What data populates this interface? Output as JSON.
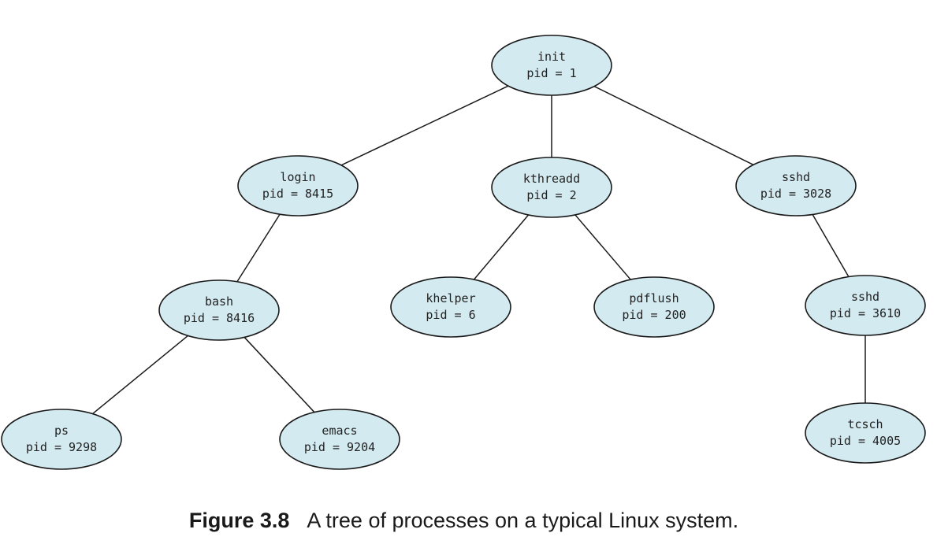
{
  "nodes": [
    {
      "id": "init",
      "name": "init",
      "pid": "pid = 1"
    },
    {
      "id": "login",
      "name": "login",
      "pid": "pid = 8415"
    },
    {
      "id": "kthreadd",
      "name": "kthreadd",
      "pid": "pid = 2"
    },
    {
      "id": "sshd1",
      "name": "sshd",
      "pid": "pid = 3028"
    },
    {
      "id": "bash",
      "name": "bash",
      "pid": "pid = 8416"
    },
    {
      "id": "khelper",
      "name": "khelper",
      "pid": "pid = 6"
    },
    {
      "id": "pdflush",
      "name": "pdflush",
      "pid": "pid = 200"
    },
    {
      "id": "sshd2",
      "name": "sshd",
      "pid": "pid = 3610"
    },
    {
      "id": "ps",
      "name": "ps",
      "pid": "pid = 9298"
    },
    {
      "id": "emacs",
      "name": "emacs",
      "pid": "pid = 9204"
    },
    {
      "id": "tcsch",
      "name": "tcsch",
      "pid": "pid = 4005"
    }
  ],
  "edges": [
    [
      "init",
      "login"
    ],
    [
      "init",
      "kthreadd"
    ],
    [
      "init",
      "sshd1"
    ],
    [
      "login",
      "bash"
    ],
    [
      "kthreadd",
      "khelper"
    ],
    [
      "kthreadd",
      "pdflush"
    ],
    [
      "sshd1",
      "sshd2"
    ],
    [
      "bash",
      "ps"
    ],
    [
      "bash",
      "emacs"
    ],
    [
      "sshd2",
      "tcsch"
    ]
  ],
  "caption": {
    "label": "Figure 3.8",
    "text": "A tree of processes on a typical Linux system."
  }
}
